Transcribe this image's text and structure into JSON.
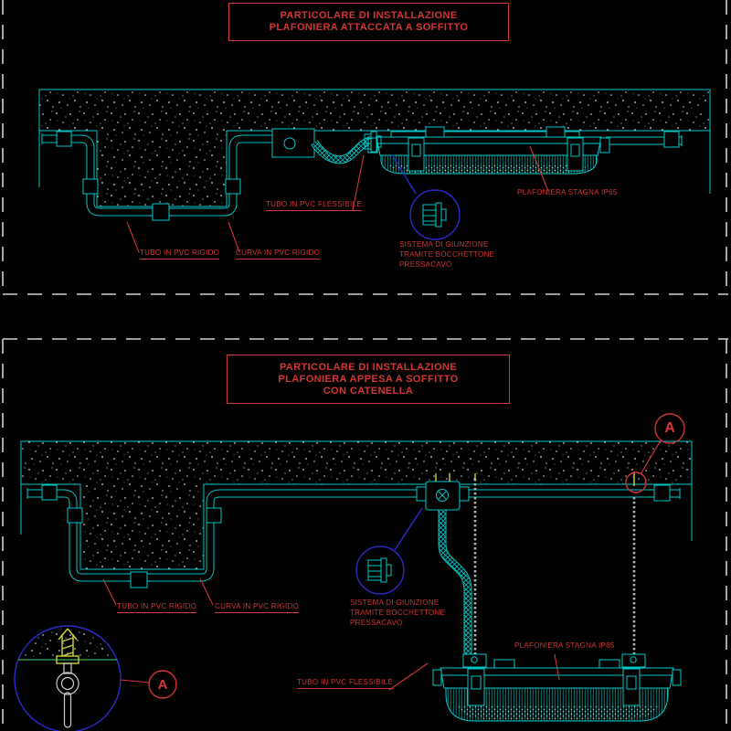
{
  "colors": {
    "background": "#000000",
    "linework": "#00c8c8",
    "annotation": "#d43535",
    "detail_circle": "#2a2ac8",
    "frame": "#cfcfcf",
    "hardware_yellow": "#cfcf3a",
    "chain": "#a8b8b8",
    "ground_line": "#2f8f4f"
  },
  "sheet1": {
    "title": {
      "line1": "PARTICOLARE DI INSTALLAZIONE",
      "line2": "PLAFONIERA ATTACCATA A SOFFITTO"
    },
    "labels": {
      "tubo_flessibile": "TUBO IN PVC FLESSIBILE",
      "tubo_rigido": "TUBO IN PVC RIGIDO",
      "curva_rigido": "CURVA IN PVC RIGIDO",
      "plafoniera": "PLAFONIERA STAGNA IP65",
      "giunzione_1": "SISTEMA DI GIUNZIONE",
      "giunzione_2": "TRAMITE BOCCHETTONE",
      "giunzione_3": "PRESSACAVO"
    }
  },
  "sheet2": {
    "title": {
      "line1": "PARTICOLARE DI INSTALLAZIONE",
      "line2": "PLAFONIERA APPESA A SOFFITTO",
      "line3": "CON CATENELLA"
    },
    "labels": {
      "tubo_flessibile": "TUBO IN PVC FLESSIBILE",
      "tubo_rigido": "TUBO IN PVC RIGIDO",
      "curva_rigido": "CURVA IN PVC RIGIDO",
      "plafoniera": "PLAFONIERA STAGNA IP65",
      "giunzione_1": "SISTEMA DI GIUNZIONE",
      "giunzione_2": "TRAMITE BOCCHETTONE",
      "giunzione_3": "PRESSACAVO"
    },
    "detail_marker": "A"
  }
}
